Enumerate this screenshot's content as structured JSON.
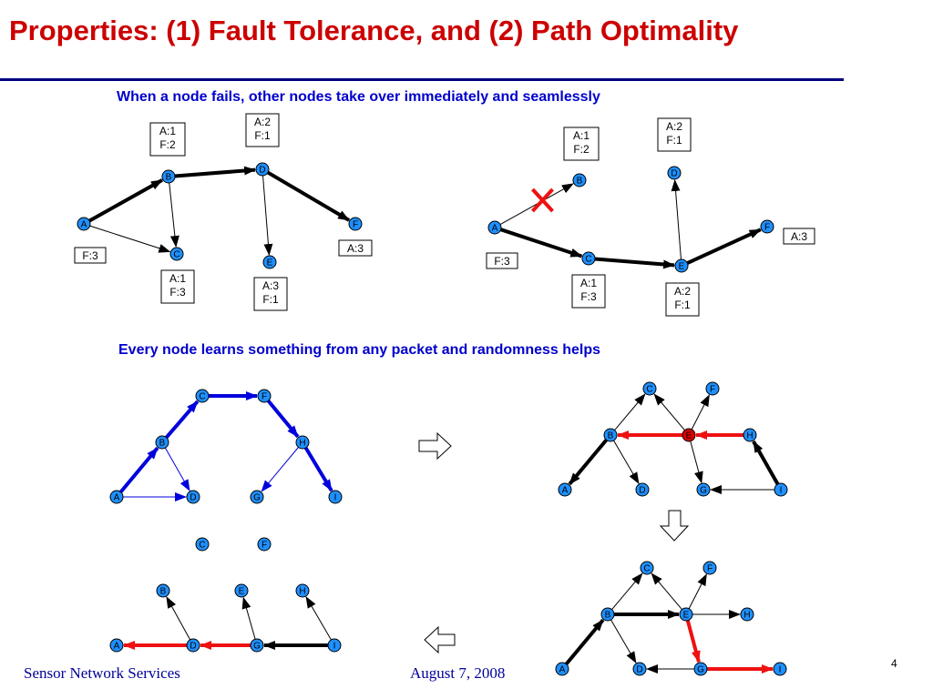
{
  "title": "Properties: (1) Fault Tolerance, and  (2) Path Optimality",
  "subtitle_top": "When a node fails, other nodes take over immediately and seamlessly",
  "subtitle_bottom": "Every node learns something from any packet and randomness helps",
  "footer": {
    "left": "Sensor Network Services",
    "center": "August 7, 2008",
    "page": "4"
  },
  "colors": {
    "title": "#cc0000",
    "rule": "#000080",
    "subtitle": "#0000cc",
    "node_fill": "#1e90ff",
    "node_failed": "#dd0000",
    "edge_red": "#ee1111",
    "edge_blue": "#0000dd",
    "edge_black": "#000000",
    "fail_mark": "#ee1111"
  },
  "diagram1": {
    "nodes": [
      "A",
      "B",
      "C",
      "D",
      "E",
      "F"
    ],
    "labels": {
      "B": "A:1\nF:2",
      "D": "A:2\nF:1",
      "A": "F:3",
      "C": "A:1\nF:3",
      "E": "A:3\nF:1",
      "F": "A:3"
    },
    "edges": [
      [
        "A",
        "B"
      ],
      [
        "B",
        "D"
      ],
      [
        "D",
        "F"
      ],
      [
        "A",
        "C"
      ],
      [
        "B",
        "C"
      ],
      [
        "D",
        "E"
      ]
    ]
  },
  "diagram2": {
    "nodes": [
      "A",
      "B",
      "C",
      "D",
      "E",
      "F"
    ],
    "failed_link": [
      "A",
      "B"
    ],
    "labels": {
      "B": "A:1\nF:2",
      "D": "A:2\nF:1",
      "A": "F:3",
      "C": "A:1\nF:3",
      "E": "A:2\nF:1",
      "F": "A:3"
    },
    "edges": [
      [
        "A",
        "B"
      ],
      [
        "A",
        "C"
      ],
      [
        "C",
        "E"
      ],
      [
        "E",
        "F"
      ],
      [
        "E",
        "D"
      ]
    ]
  },
  "diagram3": {
    "nodes": [
      "A",
      "B",
      "C",
      "D",
      "F",
      "G",
      "H",
      "I"
    ],
    "edges": [
      [
        "A",
        "B"
      ],
      [
        "B",
        "C"
      ],
      [
        "C",
        "F"
      ],
      [
        "F",
        "H"
      ],
      [
        "H",
        "I"
      ],
      [
        "A",
        "D"
      ],
      [
        "B",
        "D"
      ],
      [
        "H",
        "G"
      ]
    ]
  },
  "diagram4": {
    "nodes": [
      "A",
      "B",
      "C",
      "D",
      "E",
      "F",
      "G",
      "H",
      "I"
    ],
    "failed_node": "E",
    "edges": [
      [
        "H",
        "E"
      ],
      [
        "E",
        "B"
      ],
      [
        "B",
        "A"
      ],
      [
        "I",
        "H"
      ],
      [
        "B",
        "C"
      ],
      [
        "B",
        "D"
      ],
      [
        "E",
        "C"
      ],
      [
        "E",
        "F"
      ],
      [
        "E",
        "G"
      ],
      [
        "I",
        "G"
      ]
    ]
  },
  "diagram5": {
    "nodes": [
      "A",
      "B",
      "C",
      "D",
      "E",
      "F",
      "G",
      "H",
      "I"
    ],
    "edges": [
      [
        "A",
        "B"
      ],
      [
        "B",
        "E"
      ],
      [
        "E",
        "G"
      ],
      [
        "G",
        "I"
      ],
      [
        "E",
        "H"
      ],
      [
        "B",
        "C"
      ],
      [
        "E",
        "C"
      ],
      [
        "E",
        "F"
      ],
      [
        "B",
        "D"
      ],
      [
        "G",
        "D"
      ]
    ]
  },
  "diagram6": {
    "nodes": [
      "A",
      "B",
      "C",
      "D",
      "E",
      "F",
      "G",
      "H",
      "I"
    ],
    "edges": [
      [
        "I",
        "G"
      ],
      [
        "G",
        "D"
      ],
      [
        "D",
        "A"
      ],
      [
        "D",
        "B"
      ],
      [
        "G",
        "E"
      ],
      [
        "I",
        "H"
      ]
    ]
  }
}
